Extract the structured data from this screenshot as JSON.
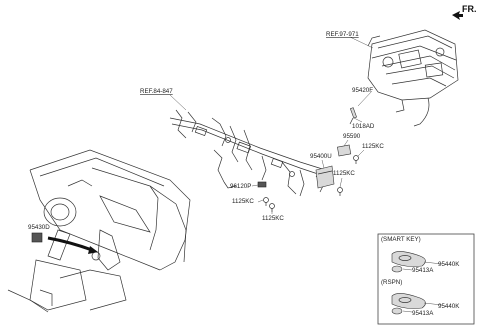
{
  "direction_label": "FR.",
  "references": [
    {
      "id": "ref-hvac",
      "text": "REF.97-971"
    },
    {
      "id": "ref-cowl",
      "text": "REF.84-847"
    }
  ],
  "part_numbers": {
    "p95420F": "95420F",
    "p1018AD": "1018AD",
    "p95590": "95590",
    "p1125KC_a": "1125KC",
    "p95400U": "95400U",
    "p1125KC_b": "1125KC",
    "p96120P": "96120P",
    "p1125KC_c": "1125KC",
    "p1125KC_d": "1125KC",
    "p95430D": "95430D"
  },
  "key_panel": {
    "smart_key_title": "(SMART KEY)",
    "smart_key_fob": "95440K",
    "smart_key_battery": "95413A",
    "rspn_title": "(RSPN)",
    "rspn_fob": "95440K",
    "rspn_battery": "95413A"
  },
  "icons": {
    "direction_arrow": "arrow-icon",
    "key_fob": "key-fob-icon",
    "coin_battery": "coin-battery-icon"
  }
}
